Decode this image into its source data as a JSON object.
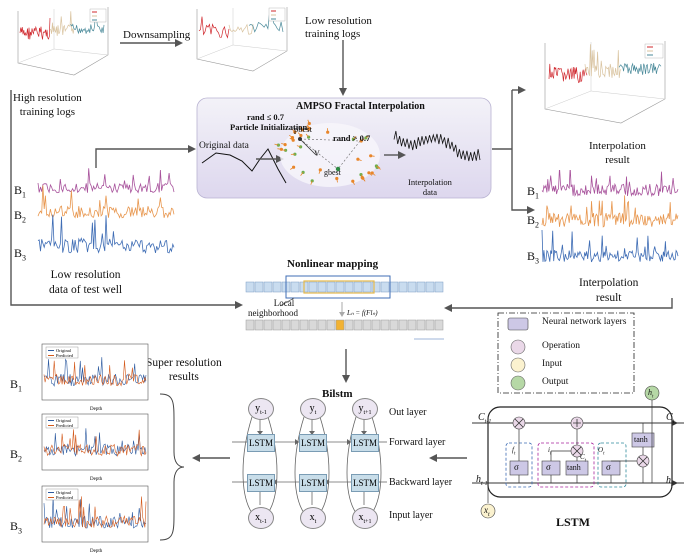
{
  "top": {
    "downsampling": "Downsampling",
    "low_res_logs": [
      "Low resolution",
      "training logs"
    ],
    "high_res_logs": [
      "High resolution",
      "training logs"
    ],
    "interp_result_top": [
      "Interpolation",
      "result"
    ]
  },
  "ampso": {
    "title": "AMPSO Fractal Interpolation",
    "rand_le": "rand ≤ 0.7",
    "particle_init": "Particle Initialization",
    "pbest": "pbest",
    "v_label": "V",
    "rand_gt": "rand > 0.7",
    "gbest": "gbest",
    "original_data": "Original data",
    "interpolation_data": [
      "Interpolation",
      "data"
    ]
  },
  "test_well": {
    "b_labels": [
      "B",
      "B",
      "B"
    ],
    "b_subs": [
      "1",
      "2",
      "3"
    ],
    "caption": [
      "Low resolution",
      "data of test well"
    ]
  },
  "interp_right": {
    "b_labels": [
      "B",
      "B",
      "B"
    ],
    "b_subs": [
      "1",
      "2",
      "3"
    ],
    "caption": [
      "Interpolation",
      "result"
    ]
  },
  "nonlinear": {
    "title": "Nonlinear mapping",
    "local": [
      "Local",
      "neighborhood"
    ],
    "formula": "Lₙ = f(Flₙ)"
  },
  "legend": {
    "items": [
      "Neural network layers",
      "Operation",
      "Input",
      "Output"
    ],
    "colors": [
      "#cdc8e6",
      "#ead8e8",
      "#fbf2cf",
      "#b6d8a6"
    ]
  },
  "super_res": {
    "title": [
      "Super resolution",
      "results"
    ],
    "b_labels": [
      "B",
      "B",
      "B"
    ],
    "b_subs": [
      "1",
      "2",
      "3"
    ],
    "legend_original": "Original",
    "legend_predicted": "Predicted",
    "xlabel": "Depth"
  },
  "bilstm": {
    "title": "Bilstm",
    "lstm": "LSTM",
    "out_nodes": [
      "y",
      "y",
      "y"
    ],
    "out_subs": [
      "t-1",
      "t",
      "t+1"
    ],
    "in_nodes": [
      "x",
      "x",
      "x"
    ],
    "in_subs": [
      "t-1",
      "t",
      "t+1"
    ],
    "layers": [
      "Out layer",
      "Forward layer",
      "Backward layer",
      "Input layer"
    ]
  },
  "lstm_cell": {
    "title": "LSTM",
    "c_prev": "C",
    "c_prev_sub": "t-1",
    "c_next": "C",
    "c_next_sub": "t",
    "h_prev": "h",
    "h_prev_sub": "t-1",
    "h_next": "h",
    "h_next_sub": "t",
    "x_in": "x",
    "x_sub": "t",
    "h_out": "h",
    "h_out_sub": "t",
    "gates": [
      "σ",
      "σ",
      "tanh",
      "σ"
    ],
    "tanh_top": "tanh",
    "f_t": "f",
    "i_t": "i",
    "c_tilde": "C",
    "o_t": "O"
  },
  "colors": {
    "b1": "#a8539c",
    "b2": "#e8974f",
    "b3": "#3f6db5",
    "red": "#d0282e",
    "teal": "#4a8a9a",
    "tan": "#d9c39f"
  }
}
